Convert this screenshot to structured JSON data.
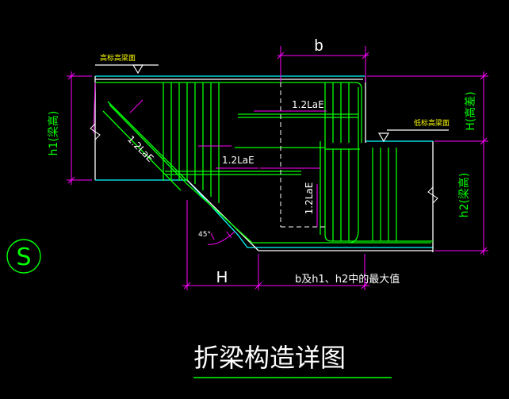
{
  "drawing": {
    "title": "折梁构造详图",
    "symbol_letter": "S",
    "labels": {
      "b": "b",
      "H_bottom": "H",
      "high_level": "高标高梁面",
      "low_level": "低标高梁面",
      "h1": "h1(梁高)",
      "h2": "h2(梁高)",
      "H_diff": "H(高差)",
      "lae_top": "1.2LaE",
      "lae_mid": "1.2LaE",
      "lae_diag": "1.2LaE",
      "lae_vert": "1.2LaE",
      "angle": "45°",
      "bottom_note": "b及h1、h2中的最大值"
    },
    "colors": {
      "background": "#000000",
      "dimension": "#ff00ff",
      "rebar": "#00ff00",
      "concrete": "#00ffff",
      "outline": "#ffffff",
      "text": "#ffff00",
      "red": "#ff0000"
    }
  }
}
